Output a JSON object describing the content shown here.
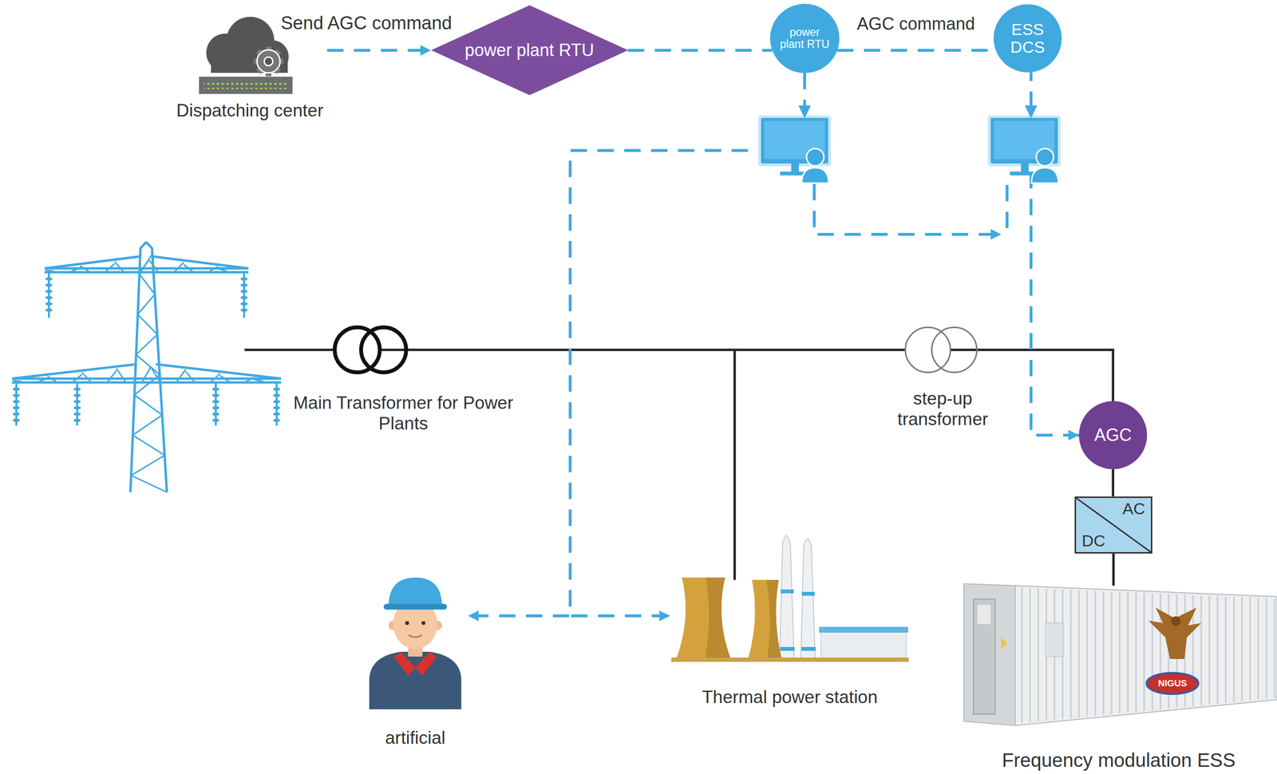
{
  "diagram": {
    "nodes": [
      {
        "text": [
          "Dispatching center"
        ]
      },
      {
        "text": [
          "power plant RTU"
        ]
      },
      {
        "text": [
          "power plant RTU"
        ]
      },
      {
        "text": [
          "ESS DCS"
        ]
      },
      {
        "text": [
          "AGC"
        ]
      },
      {
        "text": [
          "AC",
          "DC"
        ]
      },
      {
        "text": [
          "artificial"
        ]
      },
      {
        "text": [
          "Thermal power station"
        ]
      },
      {
        "text": [
          "Frequency modulation ESS"
        ]
      }
    ],
    "edges": [
      {
        "from": 0,
        "to": 1,
        "arrow": "to",
        "label": "Send AGC command"
      },
      {
        "from": 1,
        "to": 2,
        "arrow": "none"
      },
      {
        "from": 2,
        "to": 3,
        "arrow": "none",
        "label": "AGC command"
      },
      {
        "from": 2,
        "to": 6,
        "arrow": "to"
      },
      {
        "from": 2,
        "to": 7,
        "arrow": "to"
      },
      {
        "from": 3,
        "to": 4,
        "arrow": "to"
      },
      {
        "from": 4,
        "to": 5,
        "arrow": "none"
      },
      {
        "from": 5,
        "to": 8,
        "arrow": "none"
      }
    ],
    "labels": [
      "Main Transformer for Power Plants",
      "step-up transformer",
      "NIGUS"
    ]
  }
}
